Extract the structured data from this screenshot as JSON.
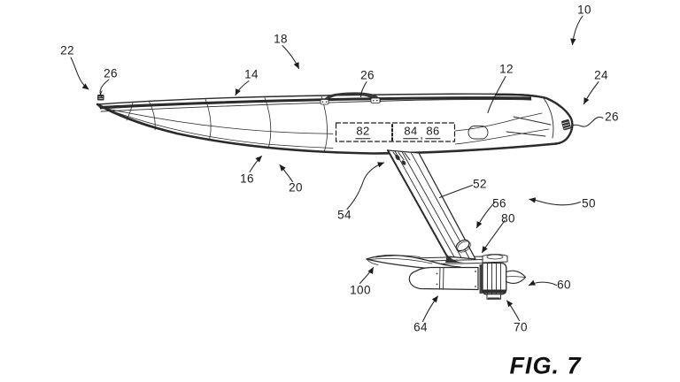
{
  "figure": {
    "caption": "FIG. 7",
    "colors": {
      "line": "#2b2b2b",
      "label": "#1c1c1c",
      "background": "#ffffff"
    }
  },
  "labels": [
    {
      "text": "22"
    },
    {
      "text": "26"
    },
    {
      "text": "14"
    },
    {
      "text": "18"
    },
    {
      "text": "26"
    },
    {
      "text": "12"
    },
    {
      "text": "10"
    },
    {
      "text": "24"
    },
    {
      "text": "26"
    },
    {
      "text": "16"
    },
    {
      "text": "20"
    },
    {
      "text": "54"
    },
    {
      "text": "52"
    },
    {
      "text": "56"
    },
    {
      "text": "80"
    },
    {
      "text": "50"
    },
    {
      "text": "100"
    },
    {
      "text": "60"
    },
    {
      "text": "64"
    },
    {
      "text": "70"
    }
  ],
  "dashed_box": {
    "labels": [
      "82",
      "84",
      "86"
    ],
    "separator": ","
  }
}
